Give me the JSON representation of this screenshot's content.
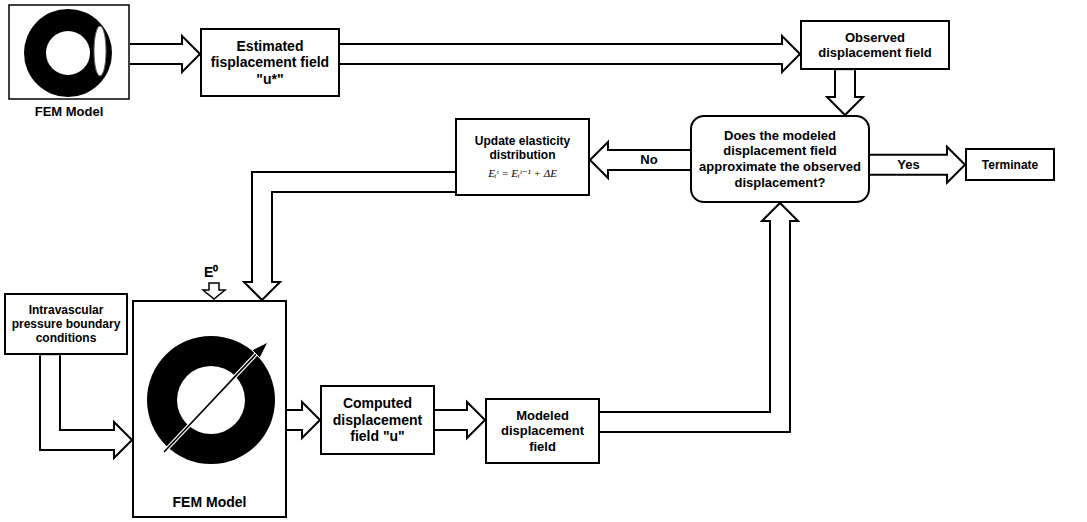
{
  "diagram": {
    "nodes": [
      {
        "text": [
          "FEM Model"
        ]
      },
      {
        "text": [
          "Estimated fisplacement field \"u*\""
        ]
      },
      {
        "text": [
          "Observed displacement field"
        ]
      },
      {
        "text": [
          "Does the modeled displacement field approximate the observed displacement?"
        ]
      },
      {
        "text": [
          "Terminate"
        ]
      },
      {
        "text": [
          "Update elasticity distribution",
          "Eᵢᵗ = Eᵢᵗ⁻¹ + ΔE"
        ]
      },
      {
        "text": [
          "Intravascular pressure boundary conditions"
        ]
      },
      {
        "text": [
          "FEM Model"
        ]
      },
      {
        "text": [
          "Computed displacement field \"u\""
        ]
      },
      {
        "text": [
          "Modeled displacement field"
        ]
      }
    ],
    "edges": [
      {
        "from": 0,
        "to": 1,
        "arrow": "to"
      },
      {
        "from": 1,
        "to": 2,
        "arrow": "to"
      },
      {
        "from": 2,
        "to": 3,
        "arrow": "to"
      },
      {
        "from": 3,
        "to": 4,
        "label": "Yes",
        "arrow": "to"
      },
      {
        "from": 3,
        "to": 5,
        "label": "No",
        "arrow": "to"
      },
      {
        "from": 5,
        "to": 7,
        "arrow": "to"
      },
      {
        "from": 6,
        "to": 7,
        "arrow": "to"
      },
      {
        "from": 7,
        "to": 8,
        "arrow": "to"
      },
      {
        "from": 8,
        "to": 9,
        "arrow": "to"
      },
      {
        "from": 9,
        "to": 3,
        "arrow": "to"
      }
    ],
    "labels": [
      "E⁰"
    ]
  }
}
